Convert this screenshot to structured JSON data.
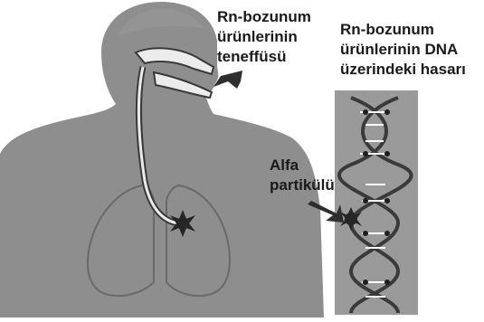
{
  "labels": {
    "inhalation": [
      "Rn-bozunum",
      "ürünlerinin",
      "teneffüsü"
    ],
    "dna_damage": [
      "Rn-bozunum",
      "ürünlerinin DNA",
      "üzerindeki hasarı"
    ],
    "alpha": [
      "Alfa",
      "partikülü"
    ]
  },
  "colors": {
    "body": "#8e8e8e",
    "body_shadow": "#7a7a7a",
    "airway": "#ececec",
    "airway_outline": "#3a3a3a",
    "dna_panel": "#9a9a9a",
    "arrow": "#2e2e2e",
    "particle": "#262626"
  },
  "icons": {
    "inhalation_arrow": "arrow-icon",
    "alpha_arrow": "arrow-icon",
    "lung_particle": "starburst-icon",
    "dna_particle": "starburst-icon"
  }
}
